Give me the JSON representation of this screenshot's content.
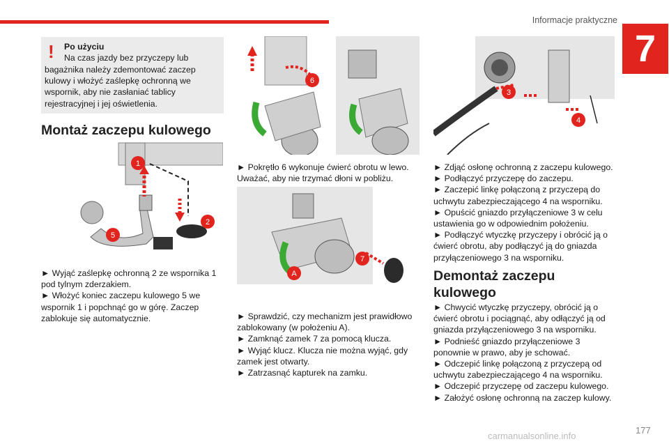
{
  "header": {
    "title": "Informacje praktyczne",
    "chapter": "7"
  },
  "warning": {
    "title": "Po użyciu",
    "line1": "Na czas jazdy bez przyczepy lub",
    "rest": "bagażnika należy zdemontować zaczep kulowy i włożyć zaślepkę ochronną we wspornik, aby nie zasłaniać tablicy rejestracyjnej i jej oświetlenia."
  },
  "section1": {
    "title": "Montaż zaczepu kulowego"
  },
  "fig1": {
    "labels": [
      "1",
      "2",
      "5"
    ]
  },
  "col1_steps": [
    "► Wyjąć zaślepkę ochronną 2 ze wspornika 1 pod tylnym zderzakiem.",
    "► Włożyć koniec zaczepu kulowego 5 we wspornik 1 i popchnąć go w górę. Zaczep zablokuje się automatycznie."
  ],
  "fig2": {
    "labels": [
      "6"
    ]
  },
  "col2_text1": "► Pokrętło 6 wykonuje ćwierć obrotu w lewo. Uważać, aby nie trzymać dłoni w pobliżu.",
  "fig3": {
    "labels": [
      "7",
      "A"
    ]
  },
  "col2_steps": [
    "► Sprawdzić, czy mechanizm jest prawidłowo zablokowany (w położeniu A).",
    "► Zamknąć zamek 7 za pomocą klucza.",
    "► Wyjąć klucz. Klucza nie można wyjąć, gdy zamek jest otwarty.",
    "► Zatrzasnąć kapturek na zamku."
  ],
  "fig4": {
    "labels": [
      "3",
      "4"
    ]
  },
  "col3_steps": [
    "► Zdjąć osłonę ochronną z zaczepu kulowego.",
    "► Podłączyć przyczepę do zaczepu.",
    "► Zaczepić linkę połączoną z przyczepą do uchwytu zabezpieczającego 4 na wsporniku.",
    "► Opuścić gniazdo przyłączeniowe 3 w celu ustawienia go w odpowiednim położeniu.",
    "► Podłączyć wtyczkę przyczepy i obrócić ją o ćwierć obrotu, aby podłączyć ją do gniazda przyłączeniowego 3 na wsporniku."
  ],
  "section2": {
    "title": "Demontaż zaczepu kulowego"
  },
  "col3_steps2": [
    "► Chwycić wtyczkę przyczepy, obrócić ją o ćwierć obrotu i pociągnąć, aby odłączyć ją od gniazda przyłączeniowego 3 na wsporniku.",
    "► Podnieść gniazdo przyłączeniowe 3 ponownie w prawo, aby je schować.",
    "► Odczepić linkę połączoną z przyczepą od uchwytu zabezpieczającego 4 na wsporniku.",
    "► Odczepić przyczepę od zaczepu kulowego.",
    "► Założyć osłonę ochronną na zaczep kulowy."
  ],
  "footer": {
    "page": "177",
    "watermark": "carmanualsonline.info"
  },
  "colors": {
    "accent": "#e2241f",
    "green": "#3aaa35",
    "warning_bg": "#ebebeb"
  }
}
